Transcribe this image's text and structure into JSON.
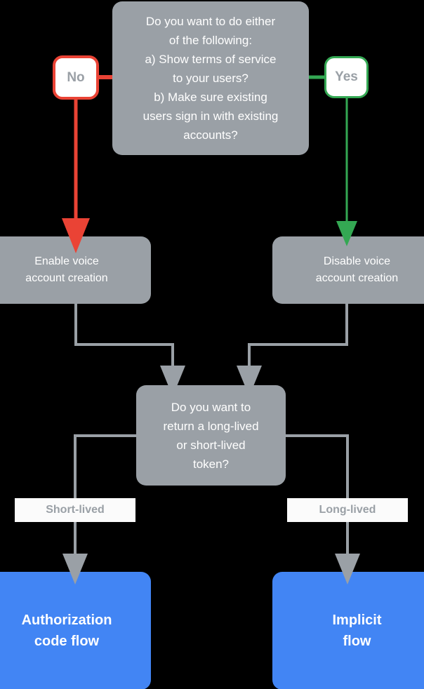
{
  "diagram": {
    "title": "Voice account creation and token flow decision chart",
    "background_color": "#000000",
    "colors": {
      "gray_node": "#9aa0a6",
      "blue_node": "#4285f4",
      "red_edge": "#ea4335",
      "green_edge": "#34a853",
      "gray_edge": "#9aa0a6",
      "label_background": "#fbfbfb",
      "node_text": "#ffffff",
      "badge_text": "#9aa0a6"
    },
    "nodes": {
      "top_decision": "Do you want to do either\nof the following:\na) Show terms of service\nto your users?\nb) Make sure existing\nusers sign in with existing\naccounts?",
      "enable_voice": "Enable voice\naccount creation",
      "disable_voice": "Disable voice\naccount creation",
      "token_decision": "Do you want to\nreturn a long-lived\nor short-lived\ntoken?",
      "authorization_code_flow": "Authorization\ncode flow",
      "implicit_flow": "Implicit\nflow"
    },
    "badges": {
      "no": "No",
      "yes": "Yes"
    },
    "edge_labels": {
      "short_lived": "Short-lived",
      "long_lived": "Long-lived"
    }
  }
}
